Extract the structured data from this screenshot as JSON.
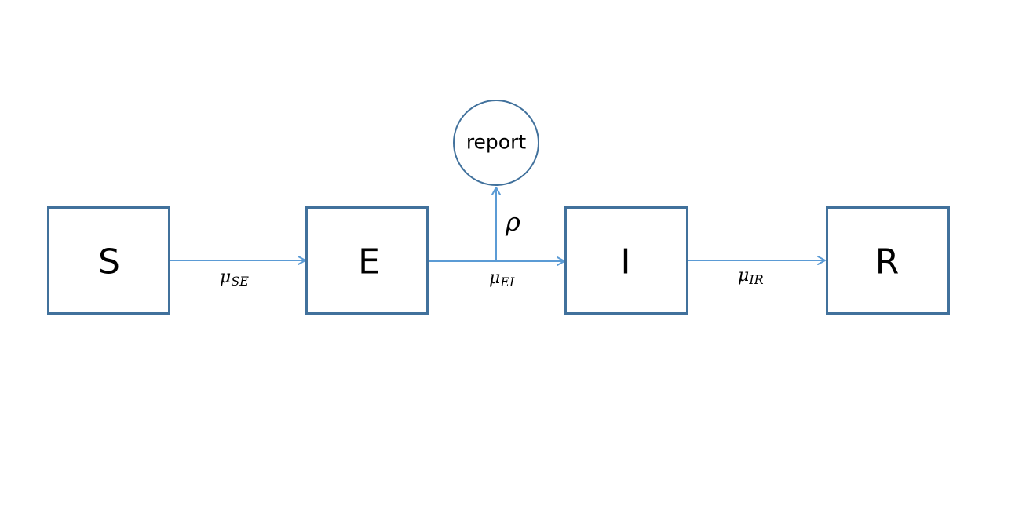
{
  "diagram": {
    "nodes": {
      "s": {
        "label": "S"
      },
      "e": {
        "label": "E"
      },
      "i": {
        "label": "I"
      },
      "r": {
        "label": "R"
      },
      "report": {
        "label": "report"
      }
    },
    "edges": {
      "se": {
        "symbol": "μ",
        "subscript": "SE"
      },
      "ei": {
        "symbol": "μ",
        "subscript": "EI"
      },
      "ir": {
        "symbol": "μ",
        "subscript": "IR"
      },
      "report": {
        "symbol": "ρ"
      }
    },
    "colors": {
      "box_stroke": "#41719c",
      "arrow": "#5b9bd5"
    }
  }
}
